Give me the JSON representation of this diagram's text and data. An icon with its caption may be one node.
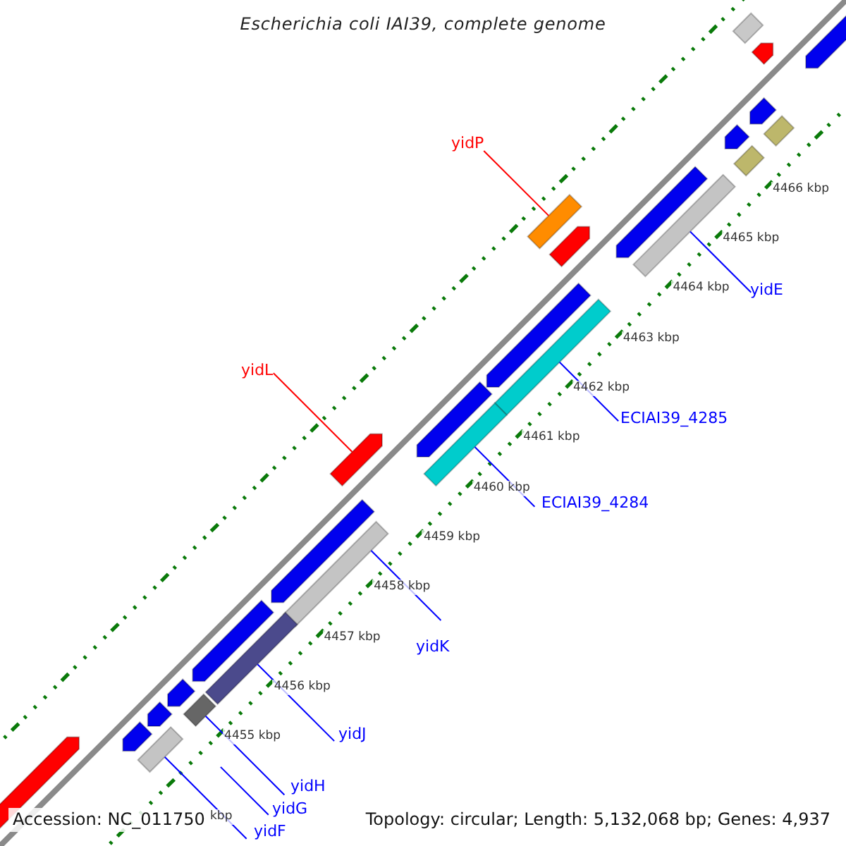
{
  "diagram": {
    "title": "Escherichia coli IAI39, complete genome",
    "nodes": [
      {
        "text": [
          "yidP"
        ]
      },
      {
        "text": [],
        "shape": "bar"
      },
      {
        "text": [
          "yidL"
        ]
      },
      {
        "text": [],
        "shape": "bar"
      },
      {
        "text": [
          "yidE"
        ]
      },
      {
        "text": [],
        "shape": "bar"
      },
      {
        "text": [
          "ECIAI39_4285"
        ]
      },
      {
        "text": [],
        "shape": "bar"
      },
      {
        "text": [
          "ECIAI39_4284"
        ]
      },
      {
        "text": [],
        "shape": "bar"
      },
      {
        "text": [
          "yidK"
        ]
      },
      {
        "text": [],
        "shape": "bar"
      },
      {
        "text": [
          "yidJ"
        ]
      },
      {
        "text": [],
        "shape": "bar"
      },
      {
        "text": [
          "yidH"
        ]
      },
      {
        "text": [],
        "shape": "bar"
      },
      {
        "text": [
          "yidG"
        ]
      },
      {
        "text": [
          "yidF"
        ]
      },
      {
        "text": [],
        "shape": "bar"
      },
      {
        "text": [],
        "shape": "bar"
      },
      {
        "text": [],
        "shape": "bar"
      },
      {
        "text": [],
        "shape": "bar"
      },
      {
        "text": [],
        "shape": "bar"
      },
      {
        "text": [],
        "shape": "bar"
      },
      {
        "text": [],
        "shape": "bar"
      },
      {
        "text": [],
        "shape": "bar"
      },
      {
        "text": [],
        "shape": "bar"
      },
      {
        "text": [],
        "shape": "bar"
      },
      {
        "text": [],
        "shape": "bar"
      },
      {
        "text": [],
        "shape": "bar"
      },
      {
        "text": [],
        "shape": "bar"
      },
      {
        "text": [],
        "shape": "bar"
      },
      {
        "text": [],
        "shape": "bar"
      },
      {
        "text": [],
        "shape": "bar"
      },
      {
        "text": [],
        "shape": "bar"
      },
      {
        "text": [],
        "shape": "bar"
      }
    ],
    "edges": [
      {
        "from": 0,
        "to": 1,
        "arrow": "none",
        "color": "#ff0000"
      },
      {
        "from": 2,
        "to": 3,
        "arrow": "none",
        "color": "#ff0000"
      },
      {
        "from": 4,
        "to": 5,
        "arrow": "none"
      },
      {
        "from": 6,
        "to": 7,
        "arrow": "none"
      },
      {
        "from": 8,
        "to": 9,
        "arrow": "none"
      },
      {
        "from": 10,
        "to": 11,
        "arrow": "none"
      },
      {
        "from": 12,
        "to": 13,
        "arrow": "none"
      },
      {
        "from": 14,
        "to": 15,
        "arrow": "none"
      },
      {
        "from": 16,
        "to": null,
        "arrow": "none"
      },
      {
        "from": 17,
        "to": 18,
        "arrow": "none"
      }
    ],
    "labels": [
      "4466 kbp",
      "4465 kbp",
      "4464 kbp",
      "4463 kbp",
      "4462 kbp",
      "4461 kbp",
      "4460 kbp",
      "4459 kbp",
      "4458 kbp",
      "4457 kbp",
      "4456 kbp",
      "4455 kbp",
      "kbp",
      "Accession: NC_011750",
      "Topology: circular; Length: 5,132,068 bp; Genes: 4,937"
    ]
  }
}
